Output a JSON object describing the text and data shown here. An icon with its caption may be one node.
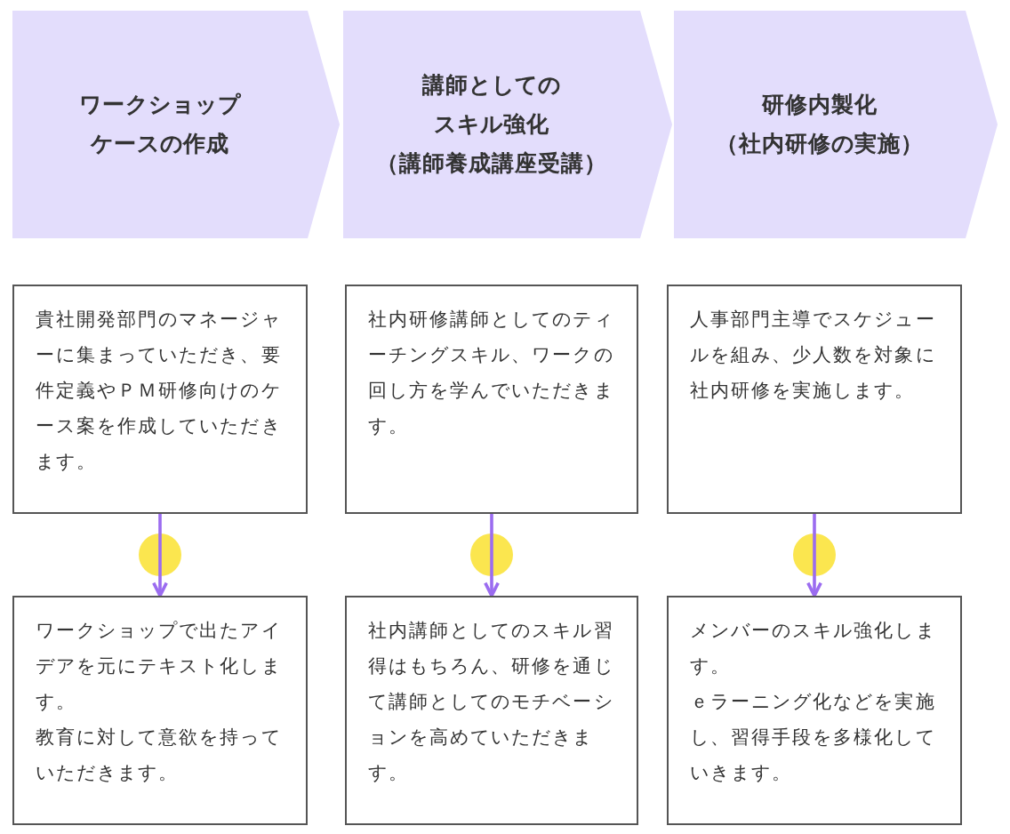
{
  "diagram": {
    "nodes": [
      {
        "text": [
          "ワークショップ",
          "ケースの作成"
        ]
      },
      {
        "text": [
          "講師としての",
          "スキル強化",
          "（講師養成講座受講）"
        ]
      },
      {
        "text": [
          "研修内製化",
          "（社内研修の実施）"
        ]
      },
      {
        "text": [
          "貴社開発部門のマネージャーに集まっていただき、要件定義やＰＭ研修向けのケース案を作成していただきます。"
        ]
      },
      {
        "text": [
          "社内研修講師としてのティーチングスキル、ワークの回し方を学んでいただきます。"
        ]
      },
      {
        "text": [
          "人事部門主導でスケジュールを組み、少人数を対象に社内研修を実施します。"
        ]
      },
      {
        "text": [
          "ワークショップで出たアイデアを元にテキスト化します。",
          "教育に対して意欲を持っていただきます。"
        ]
      },
      {
        "text": [
          "社内講師としてのスキル習得はもちろん、研修を通じて講師としてのモチベーションを高めていただきます。"
        ]
      },
      {
        "text": [
          "メンバーのスキル強化します。",
          "ｅラーニング化などを実施し、習得手段を多様化していきます。"
        ]
      }
    ],
    "edges": [
      {
        "from": 3,
        "to": 6,
        "arrow": "to"
      },
      {
        "from": 4,
        "to": 7,
        "arrow": "to"
      },
      {
        "from": 5,
        "to": 8,
        "arrow": "to"
      }
    ]
  }
}
